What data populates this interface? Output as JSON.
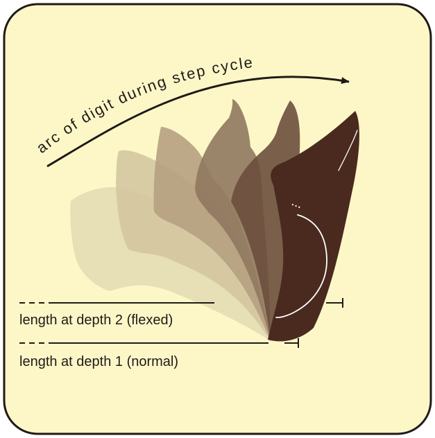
{
  "diagram": {
    "arc_label": "arc of digit during step cycle",
    "depth2_label": "length at depth 2 (flexed)",
    "depth1_label": "length at depth 1 (normal)",
    "background_color": "#fdf7c8",
    "digit_colors": [
      "#e4dbb4",
      "#d4c6a0",
      "#b6a07f",
      "#8f785f",
      "#6b4f3d",
      "#4a2a1f"
    ]
  }
}
